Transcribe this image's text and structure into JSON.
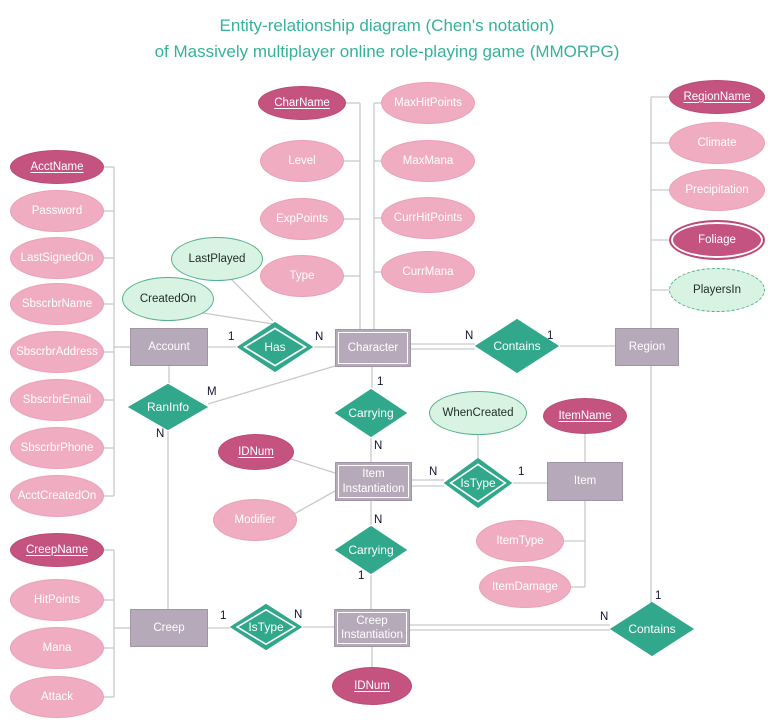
{
  "title": {
    "line1": "Entity-relationship diagram (Chen's notation)",
    "line2": "of Massively multiplayer online role-playing game (MMORPG)"
  },
  "colors": {
    "title-color": "#36b29a",
    "entity-fill": "#b5a9ba",
    "entity-border": "#a095a5",
    "attr-fill": "#f0adc2",
    "attr-border": "#eb9fb7",
    "key-fill": "#c5537f",
    "key-border": "#bd4a76",
    "rel-fill": "#31a78c",
    "green-fill": "#d9f3e2",
    "green-border": "#54b08f",
    "line-color": "#c9c9c9",
    "label-color": "#13132e"
  },
  "entities": {
    "account": "Account",
    "character": "Character",
    "region": "Region",
    "item_instantiation": "Item\nInstantiation",
    "item": "Item",
    "creep": "Creep",
    "creep_instantiation": "Creep\nInstantiation"
  },
  "relationships": {
    "has": "Has",
    "contains_region": "Contains",
    "raninfo": "RanInfo",
    "carrying_char": "Carrying",
    "istype_item": "IsType",
    "carrying_creep": "Carrying",
    "istype_creep": "IsType",
    "contains_creep": "Contains"
  },
  "attributes": {
    "acct_name": "AcctName",
    "password": "Password",
    "last_signed_on": "LastSignedOn",
    "sbscrbr_name": "SbscrbrName",
    "sbscrbr_address": "SbscrbrAddress",
    "sbscrbr_email": "SbscrbrEmail",
    "sbscrbr_phone": "SbscrbrPhone",
    "acct_created_on": "AcctCreatedOn",
    "creep_name": "CreepName",
    "hit_points": "HitPoints",
    "mana": "Mana",
    "attack": "Attack",
    "char_name": "CharName",
    "level": "Level",
    "exp_points": "ExpPoints",
    "type": "Type",
    "max_hit_points": "MaxHitPoints",
    "max_mana": "MaxMana",
    "curr_hit_points": "CurrHitPoints",
    "curr_mana": "CurrMana",
    "last_played": "LastPlayed",
    "created_on": "CreatedOn",
    "region_name": "RegionName",
    "climate": "Climate",
    "precipitation": "Precipitation",
    "foliage": "Foliage",
    "players_in": "PlayersIn",
    "when_created": "WhenCreated",
    "item_name": "ItemName",
    "id_num_item": "IDNum",
    "modifier": "Modifier",
    "item_type": "ItemType",
    "item_damage": "ItemDamage",
    "id_num_creep": "IDNum"
  },
  "cardinalities": {
    "has_left": "1",
    "has_right": "N",
    "contains_region_left": "N",
    "contains_region_right": "1",
    "raninfo_top": "M",
    "raninfo_bottom": "N",
    "carrying_char_top": "1",
    "carrying_char_bottom": "N",
    "istype_item_left": "N",
    "istype_item_right": "1",
    "carrying_creep_top": "N",
    "carrying_creep_bottom": "1",
    "istype_creep_left": "1",
    "istype_creep_right": "N",
    "contains_creep_top": "1",
    "contains_creep_left": "N"
  }
}
